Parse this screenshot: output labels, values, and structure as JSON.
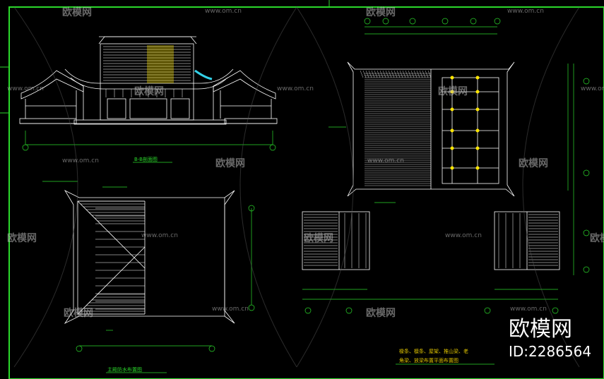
{
  "titles": {
    "section": "B-B剖面图",
    "roof_drainage": "主殿防水布置图",
    "purlin_plan_line1": "椽条、檩条、屋架、推山梁、老",
    "purlin_plan_line2": "角梁、放梁布置平面布置图"
  },
  "watermarks": {
    "site": "www.om.cn",
    "brand": "欧模网",
    "id": "ID:2286564"
  },
  "colors": {
    "background": "#000000",
    "lines": "#ffffff",
    "dimensions": "#2bd92b",
    "title": "#e0c400",
    "highlight": "#ffe600"
  }
}
